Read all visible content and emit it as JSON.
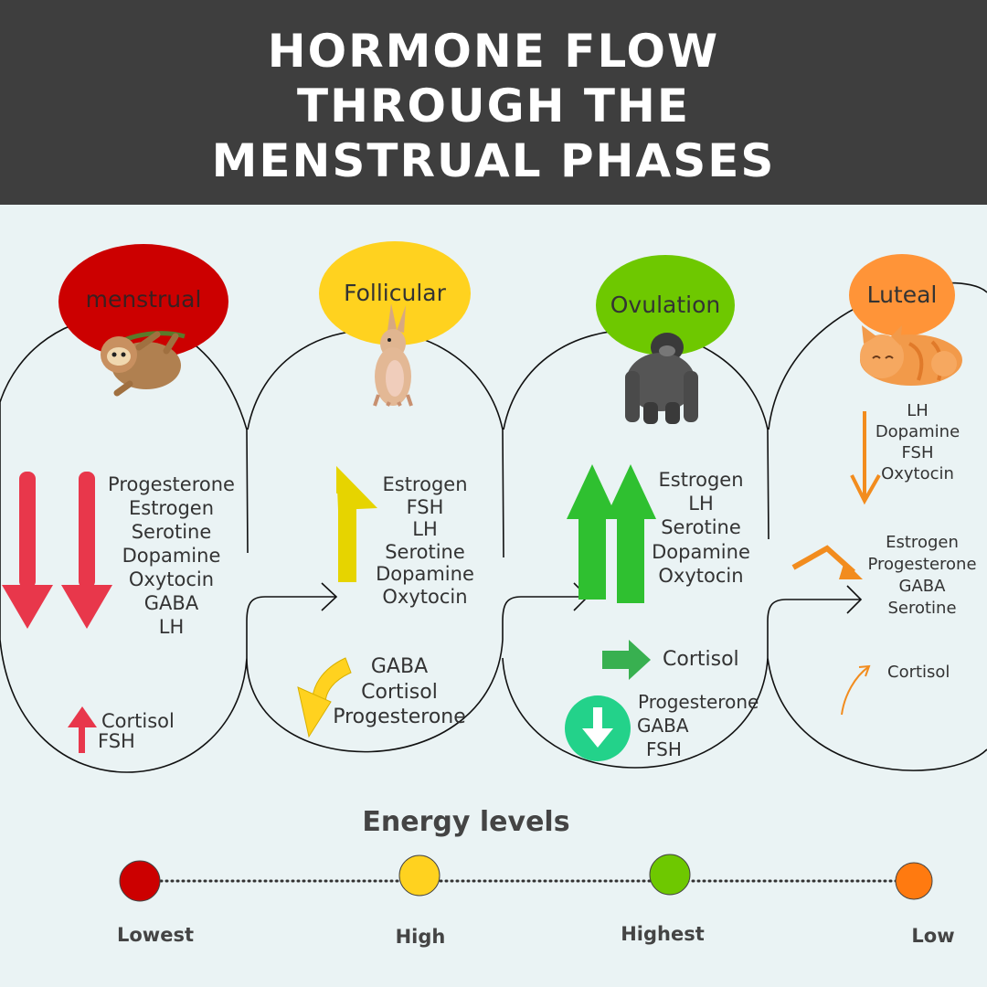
{
  "title": "HORMONE FLOW\nTHROUGH THE\nMENSTRUAL PHASES",
  "phases": [
    {
      "name": "menstrual",
      "color": "#cc0000",
      "animal_icon": "sloth-icon",
      "decreasing": [
        "Progesterone",
        "Estrogen",
        "Serotine",
        "Dopamine",
        "Oxytocin",
        "GABA",
        "LH"
      ],
      "increasing": [
        "Cortisol",
        "FSH"
      ]
    },
    {
      "name": "Follicular",
      "color": "#ffd21f",
      "animal_icon": "hare-icon",
      "increasing": [
        "Estrogen",
        "FSH",
        "LH",
        "Serotine",
        "Dopamine",
        "Oxytocin"
      ],
      "decreasing": [
        "GABA",
        "Cortisol",
        "Progesterone"
      ]
    },
    {
      "name": "Ovulation",
      "color": "#6ec800",
      "animal_icon": "gorilla-icon",
      "increasing": [
        "Estrogen",
        "LH",
        "Serotine",
        "Dopamine",
        "Oxytocin"
      ],
      "steady": [
        "Cortisol"
      ],
      "decreasing": [
        "Progesterone",
        "GABA",
        "FSH"
      ]
    },
    {
      "name": "Luteal",
      "color": "#ff9438",
      "animal_icon": "cat-icon",
      "decreasing": [
        "LH",
        "Dopamine",
        "FSH",
        "Oxytocin"
      ],
      "peak_then_decline": [
        "Estrogen",
        "Progesterone",
        "GABA",
        "Serotine"
      ],
      "slightly_increasing": [
        "Cortisol"
      ]
    }
  ],
  "energy": {
    "title": "Energy levels",
    "levels": [
      {
        "label": "Lowest",
        "color": "#cc0000"
      },
      {
        "label": "High",
        "color": "#ffd21f"
      },
      {
        "label": "Highest",
        "color": "#6ec800"
      },
      {
        "label": "Low",
        "color": "#ff7a10"
      }
    ]
  },
  "colors": {
    "header_bg": "#3e3e3e",
    "page_bg": "#eaf3f4",
    "arrow_red": "#e8374b",
    "arrow_yellow": "#e6d400",
    "arrow_green": "#2fc030",
    "arrow_orange": "#f28c1e",
    "badge_teal": "#23d28a"
  }
}
